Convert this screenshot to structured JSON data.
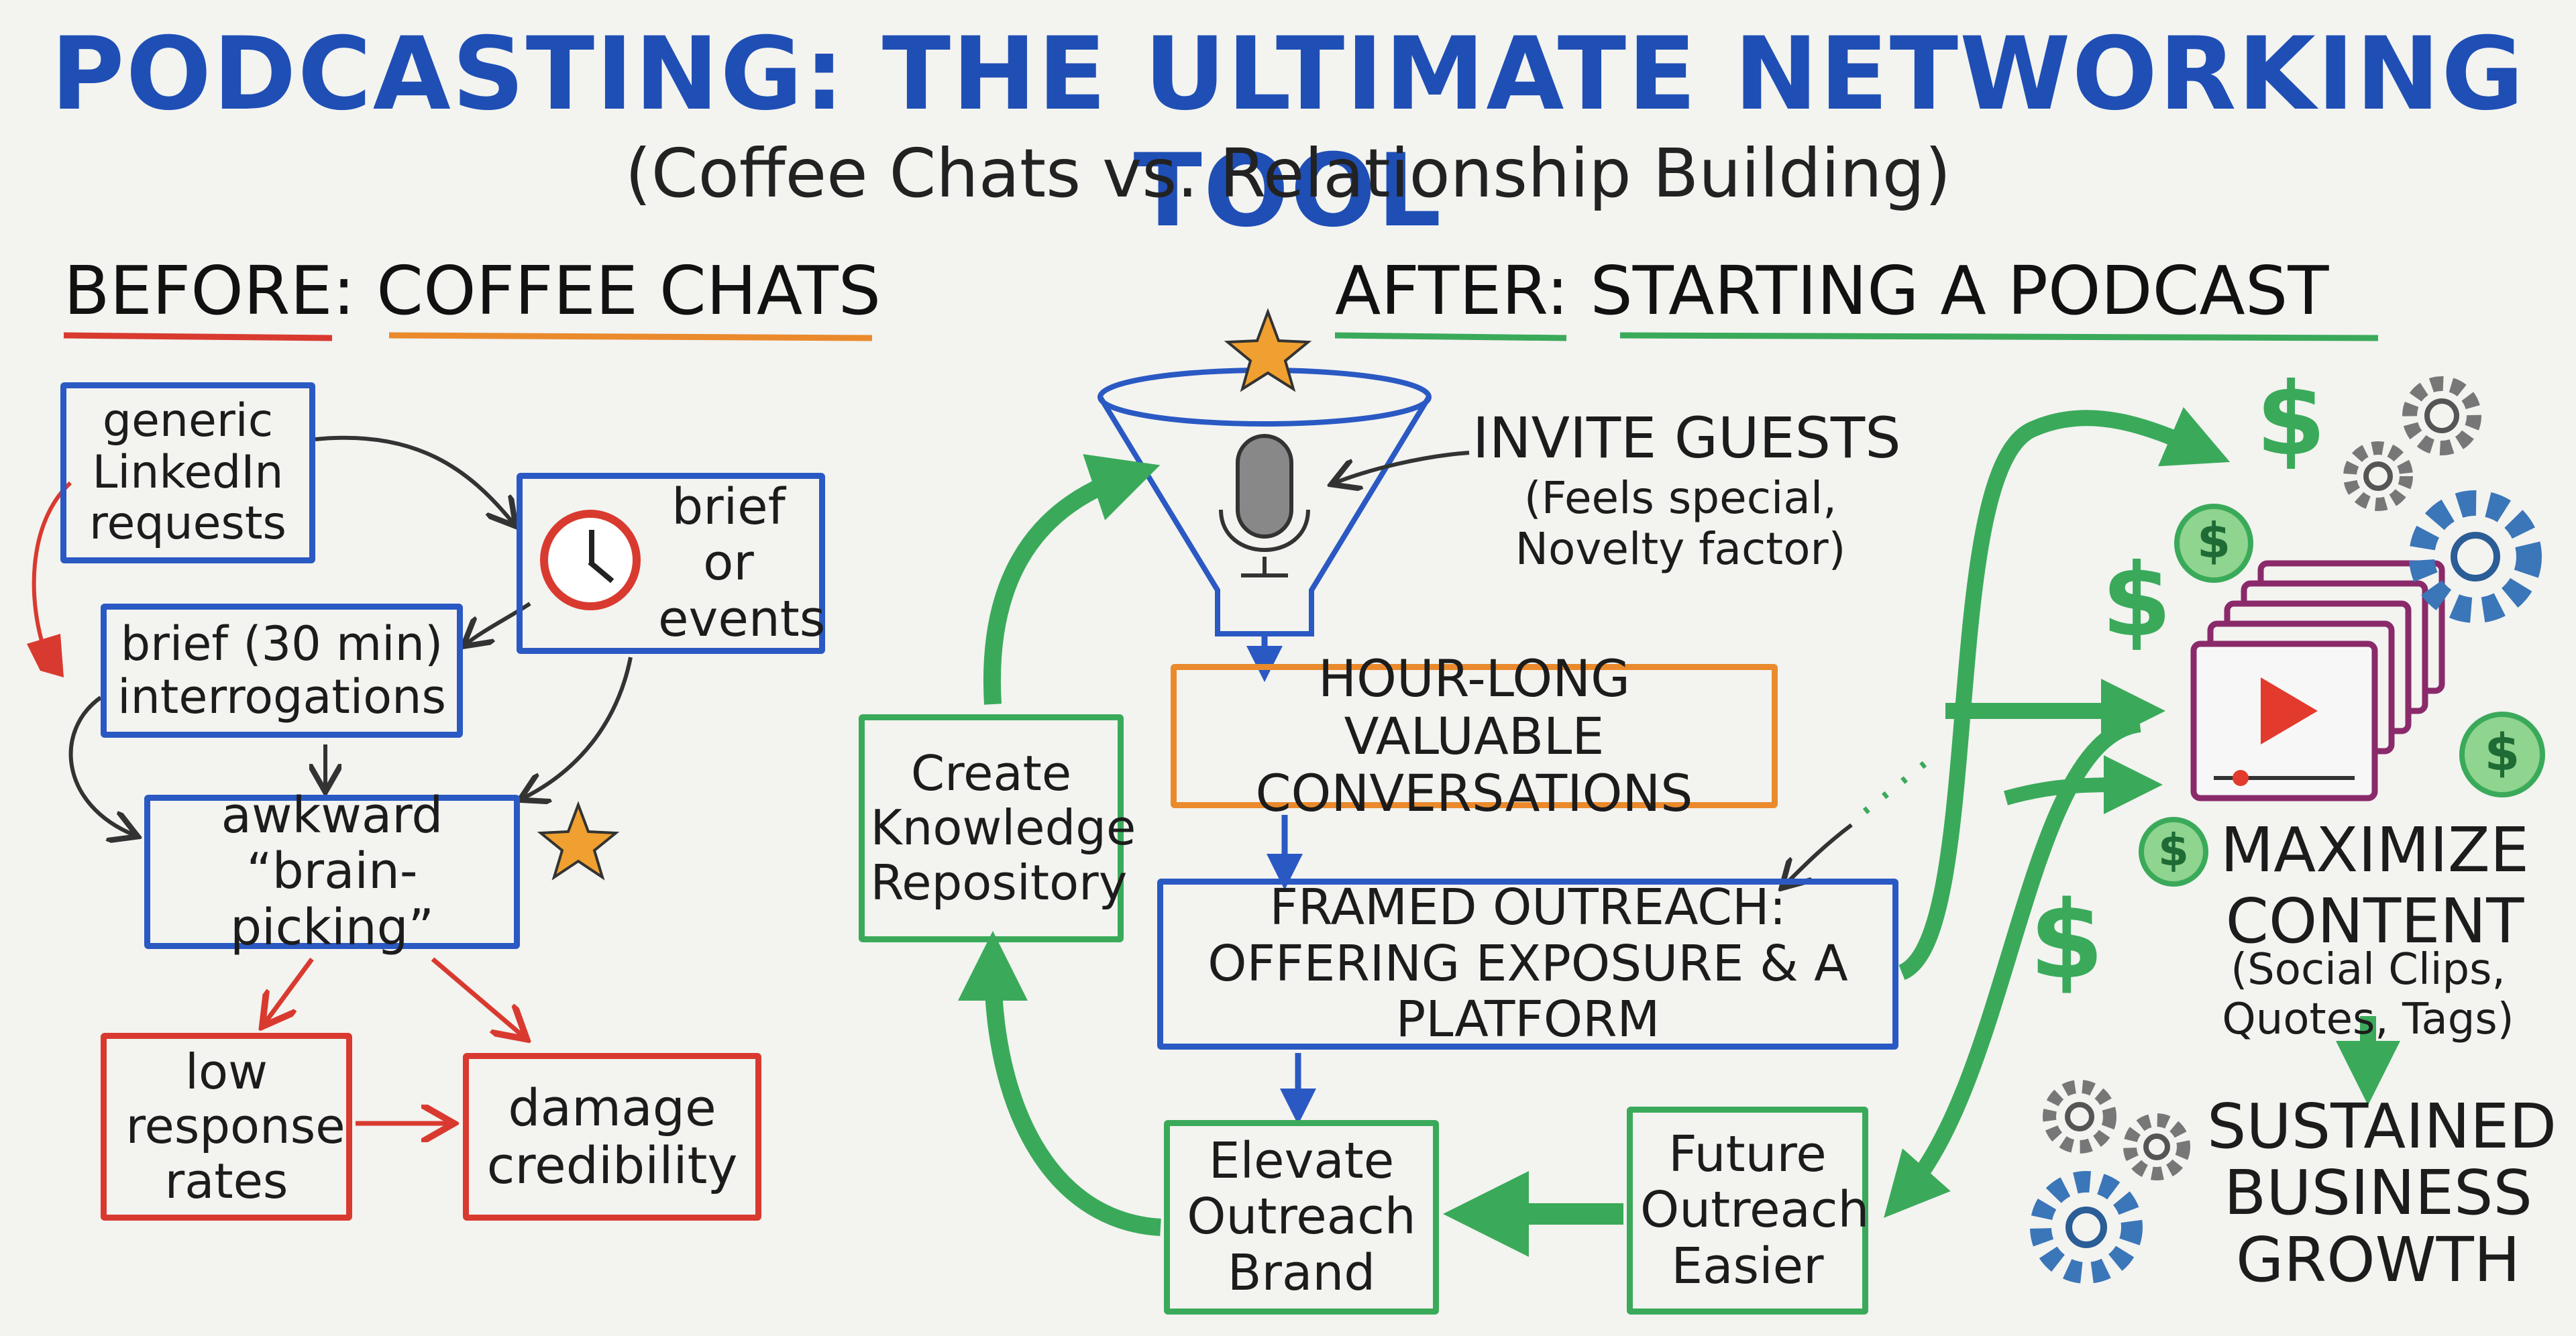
{
  "title": "PODCASTING: THE ULTIMATE NETWORKING TOOL",
  "subtitle": "(Coffee Chats vs. Relationship Building)",
  "before": {
    "heading_a": "BEFORE",
    "heading_b": "COFFEE CHATS",
    "generic": "generic LinkedIn requests",
    "brief_events": "brief or events",
    "interrogations": "brief (30 min) interrogations",
    "brain_picking": "awkward “brain-picking”",
    "low_response": "low response rates",
    "damage": "damage credibility"
  },
  "after": {
    "heading_a": "AFTER",
    "heading_b": "STARTING A PODCAST",
    "invite_title": "INVITE GUESTS",
    "invite_sub": "(Feels special, Novelty factor)",
    "conversations": "HOUR-LONG VALUABLE CONVERSATIONS",
    "framed": "FRAMED OUTREACH: OFFERING EXPOSURE & A PLATFORM",
    "repository": "Create Knowledge Repository",
    "elevate": "Elevate Outreach Brand",
    "future": "Future Outreach Easier",
    "maximize_title": "MAXIMIZE CONTENT",
    "maximize_sub": "(Social Clips, Quotes, Tags)",
    "sustained": "SUSTAINED BUSINESS GROWTH"
  },
  "icons": {
    "dollar": "$"
  },
  "colors": {
    "title": "#1f4fb5",
    "blue": "#2a59c3",
    "red": "#d93a2f",
    "green": "#3aaa5a",
    "orange": "#ea8a2c"
  }
}
